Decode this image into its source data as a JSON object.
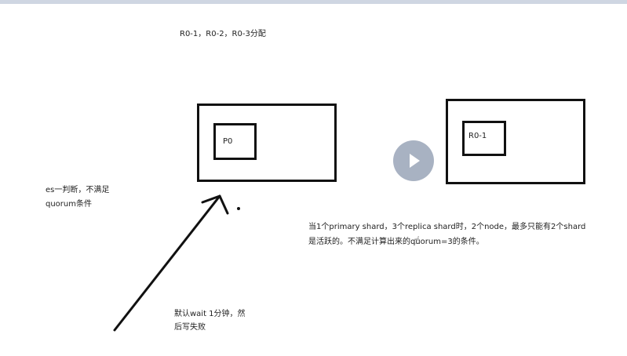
{
  "notes": {
    "top": "R0-1，R0-2，R0-3分配",
    "left_line1": "es一判断，不满足",
    "left_line2": "quorum条件",
    "right_line1": "当1个primary shard，3个replica shard时，2个node，最多只能有2个shard",
    "right_line2": "是活跃的。不满足计算出来的quorum=3的条件。",
    "bottom_line1": "默认wait 1分钟，然",
    "bottom_line2": "后写失败"
  },
  "node1": {
    "shard_label": "P0"
  },
  "node2": {
    "shard_label": "R0-1"
  },
  "player": {
    "control_icon": "play-icon"
  },
  "colors": {
    "stroke": "#111111",
    "play_bg": "#9aa5b8"
  }
}
